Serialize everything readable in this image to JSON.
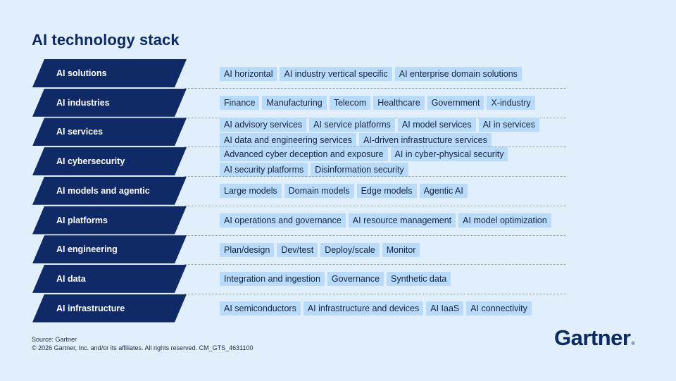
{
  "title": "AI technology stack",
  "layers": [
    {
      "label": "AI solutions",
      "lines": [
        [
          "AI horizontal",
          "AI industry vertical specific",
          "AI enterprise domain solutions"
        ]
      ]
    },
    {
      "label": "AI industries",
      "lines": [
        [
          "Finance",
          "Manufacturing",
          "Telecom",
          "Healthcare",
          "Government",
          "X-industry"
        ]
      ]
    },
    {
      "label": "AI services",
      "lines": [
        [
          "AI advisory services",
          "AI service platforms",
          "AI model services",
          "AI in services"
        ],
        [
          "AI data and engineering services",
          "AI-driven infrastructure services"
        ]
      ]
    },
    {
      "label": "AI cybersecurity",
      "lines": [
        [
          "Advanced cyber deception and exposure",
          "AI in cyber-physical security"
        ],
        [
          "AI security platforms",
          "Disinformation security"
        ]
      ]
    },
    {
      "label": "AI models and agentic",
      "lines": [
        [
          "Large models",
          "Domain models",
          "Edge models",
          "Agentic AI"
        ]
      ]
    },
    {
      "label": "AI platforms",
      "lines": [
        [
          "AI operations and governance",
          "AI resource management",
          "AI model optimization"
        ]
      ]
    },
    {
      "label": "AI engineering",
      "lines": [
        [
          "Plan/design",
          "Dev/test",
          "Deploy/scale",
          "Monitor"
        ]
      ]
    },
    {
      "label": "AI data",
      "lines": [
        [
          "Integration and ingestion",
          "Governance",
          "Synthetic data"
        ]
      ]
    },
    {
      "label": "AI infrastructure",
      "lines": [
        [
          "AI semiconductors",
          "AI infrastructure and devices",
          "AI IaaS",
          "AI connectivity"
        ]
      ]
    }
  ],
  "footer": {
    "source": "Source: Gartner",
    "copyright": "© 2026 Gartner, Inc. and/or its affiliates. All rights reserved. CM_GTS_4631100"
  },
  "logo": {
    "text": "Gartner",
    "mark": "®"
  },
  "colors": {
    "background": "#e1eefc",
    "banner": "#0f2a66",
    "chip": "#b9dbfb",
    "title": "#0b2a63"
  }
}
